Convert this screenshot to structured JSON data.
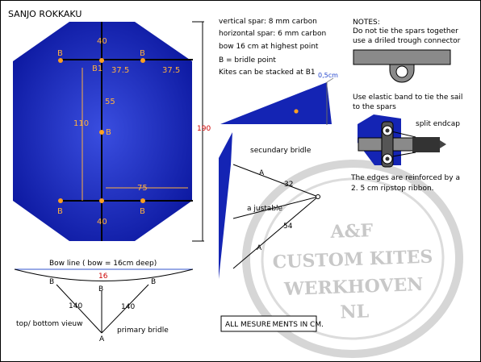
{
  "title": "SANJO ROKKAKU",
  "specs": [
    "vertical spar: 8 mm carbon",
    "horizontal spar: 6 mm carbon",
    "bow 16 cm at highest point",
    "B = bridle point",
    "Kites can be stacked at  B1"
  ],
  "notes": {
    "heading": "NOTES:",
    "lines": [
      "Do not tie the spars together",
      "use a driled trough connector"
    ],
    "elastic": [
      "Use elastic band to tie the sail",
      "to the spars"
    ],
    "split_endcap": "split endcap",
    "edges": [
      "The edges are reinforced by a",
      "2. 5 cm ripstop ribbon."
    ]
  },
  "kite": {
    "dims": {
      "top": "40",
      "bottom": "40",
      "left_half": "37.5",
      "right_half": "37.5",
      "upper": "55",
      "center_height": "110",
      "lower_half": "75",
      "total": "190"
    },
    "labels": {
      "b": "B",
      "b1": "B1"
    }
  },
  "side_view": {
    "gap": "0,5cm"
  },
  "bridle": {
    "title": "secundary bridle",
    "seg_top": "32",
    "adjustable": "a justable",
    "seg_bottom": "54",
    "a": "A"
  },
  "bow": {
    "title": "Bow line  ( bow = 16cm deep)",
    "deep": "16",
    "leg": "140",
    "view": "top/ bottom vieuw",
    "primary": "primary bridle",
    "b": "B",
    "a": "A"
  },
  "measure_note": "ALL MESURE MENTS IN CM.",
  "stamp": [
    "A&F",
    "CUSTOM KITES",
    "WERKHOVEN",
    "NL"
  ],
  "colors": {
    "sail": "#1424b4",
    "dim": "#ffb040",
    "red": "#cc0000"
  }
}
